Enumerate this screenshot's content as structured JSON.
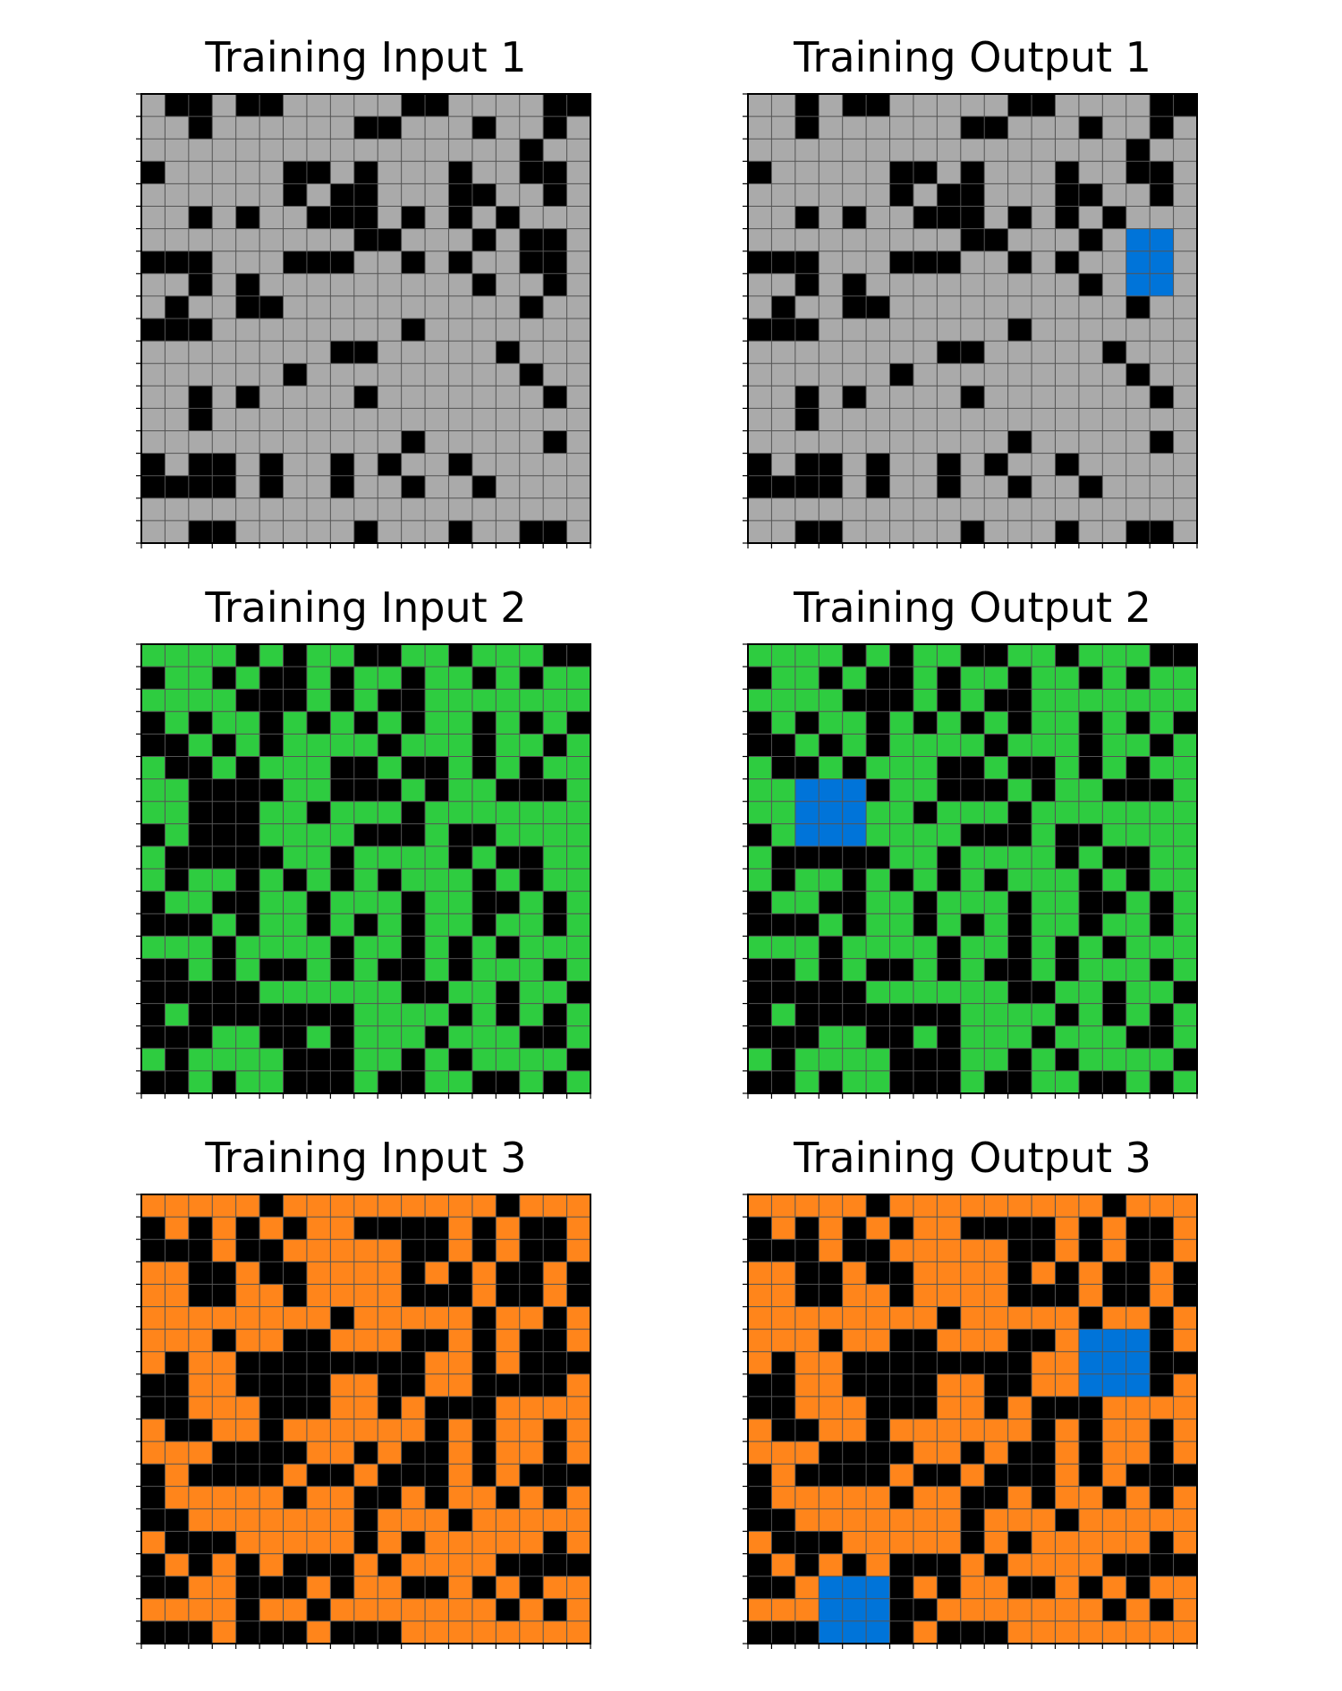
{
  "palette": {
    "0": "#000000",
    "1": "#0074D9",
    "3": "#2ECC40",
    "5": "#AAAAAA",
    "7": "#FF851B",
    "grid_line": "#555555"
  },
  "panels": [
    {
      "title": "Training Input 1",
      "grid": [
        "5005005555500555500",
        "5505555550055505505",
        "5555555555555555055",
        "0555550050555055005",
        "5555550500555005505",
        "5505055000505050555",
        "5555555550055505005",
        "0005550005505055005",
        "5505055555555505505",
        "5055005555555555055",
        "0005555555505555555",
        "5555555500555550555",
        "5555550555555555055",
        "5505055550555555505",
        "5505555555555555555",
        "5555555555505555505",
        "0500505505055055555",
        "0000505505505505555",
        "5555555555555555555",
        "5500555550555055005"
      ]
    },
    {
      "title": "Training Output 1",
      "grid": [
        "5505005555500555500",
        "5505555550055505505",
        "5555555555555555055",
        "0555550050555055005",
        "5555550500555005505",
        "5505055000505050555",
        "5555555550055505115",
        "0005550005505055115",
        "5505055555555505115",
        "5055005555555555055",
        "0005555555505555555",
        "5555555500555550555",
        "5555550555555555055",
        "5505055550555555505",
        "5505555555555555555",
        "5555555555505555505",
        "0500505505055055555",
        "0000505505505505555",
        "5555555555555555555",
        "5500555550555055005"
      ]
    },
    {
      "title": "Training Input 2",
      "grid": [
        "3333030330033033300",
        "0330300303303303033",
        "3333000303003333333",
        "0303303030303303030",
        "0030303333033303303",
        "3003033300300303033",
        "3300003300030330003",
        "3300033033303333333",
        "0300033330003003333",
        "3000003303333030033",
        "3033030303033303033",
        "0330033033303300303",
        "0003033030303303303",
        "3330333303303030333",
        "0030300303003033303",
        "0000033333300330330",
        "0300000003333030303",
        "0003300303330333003",
        "3033330003303033330",
        "0030330003003300303"
      ]
    },
    {
      "title": "Training Output 2",
      "grid": [
        "3333030330033033300",
        "0330300303303303033",
        "3333000303003333333",
        "0303303030303303030",
        "0030303333033303303",
        "3003033300300303033",
        "3311103300030330003",
        "3311133033303333333",
        "0311133330003003333",
        "3000003303333030033",
        "3033030303033303033",
        "0330033033303300303",
        "0003033030303303303",
        "3330333303303030333",
        "0030300303003033303",
        "0000033333300330330",
        "0300000003333030303",
        "0003300303330333003",
        "3033330003303033330",
        "0030330003003300303"
      ]
    },
    {
      "title": "Training Input 3",
      "grid": [
        "7777707777777770777",
        "0707070770000707007",
        "0007007777700707007",
        "7700700777707070070",
        "7700770777700070070",
        "7777777707777707707",
        "7770770077700707007",
        "7077000000007707000",
        "0077000077007700007",
        "0077700077070007777",
        "7007707777770707707",
        "7770000770700707707",
        "0700007007000707000",
        "0777770770070770707",
        "0077777770777077777",
        "7000777770707777707",
        "0707070007077770000",
        "0077000707700707077",
        "7777077077777770707",
        "0007000700077777777"
      ]
    },
    {
      "title": "Training Output 3",
      "grid": [
        "7777707777777770777",
        "0707070770000707007",
        "0007007777700707007",
        "7700700777707070070",
        "7700770777700070070",
        "7777777707777707707",
        "7770770077700711107",
        "7077000000007711100",
        "0077000077007711107",
        "0077700077070007777",
        "7007707777770707707",
        "7770000770700707707",
        "0700007007000707000",
        "0777770770070770707",
        "0077777770777077777",
        "7000777770707777707",
        "0707070007077770000",
        "0071110707700707077",
        "7771110077777770707",
        "0001110700077777777"
      ]
    }
  ]
}
